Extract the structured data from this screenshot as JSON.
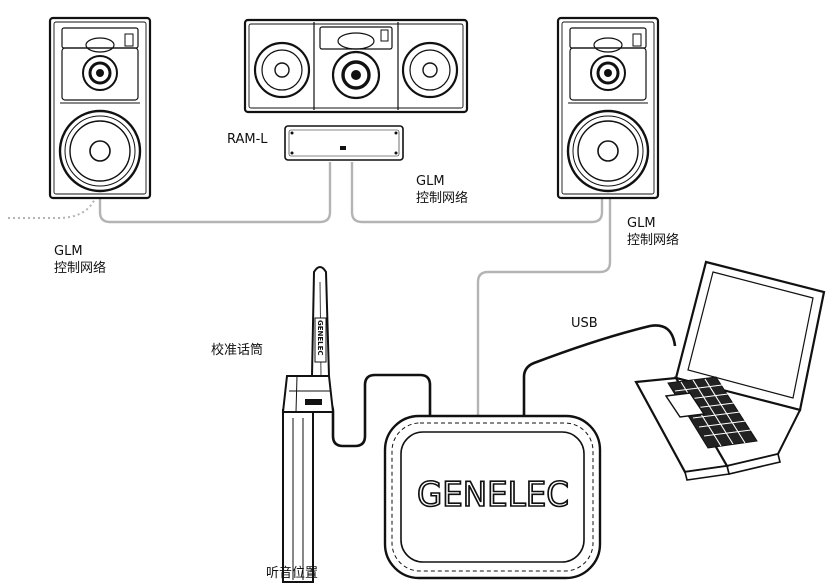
{
  "labels": {
    "ram_l": "RAM-L",
    "glm_left": "GLM",
    "glm_left_sub": "控制网络",
    "glm_center": "GLM",
    "glm_center_sub": "控制网络",
    "glm_right": "GLM",
    "glm_right_sub": "控制网络",
    "usb": "USB",
    "mic": "校准话筒",
    "listening_position": "听音位置",
    "hub_logo": "GENELEC",
    "mic_brand": "GENELEC"
  }
}
